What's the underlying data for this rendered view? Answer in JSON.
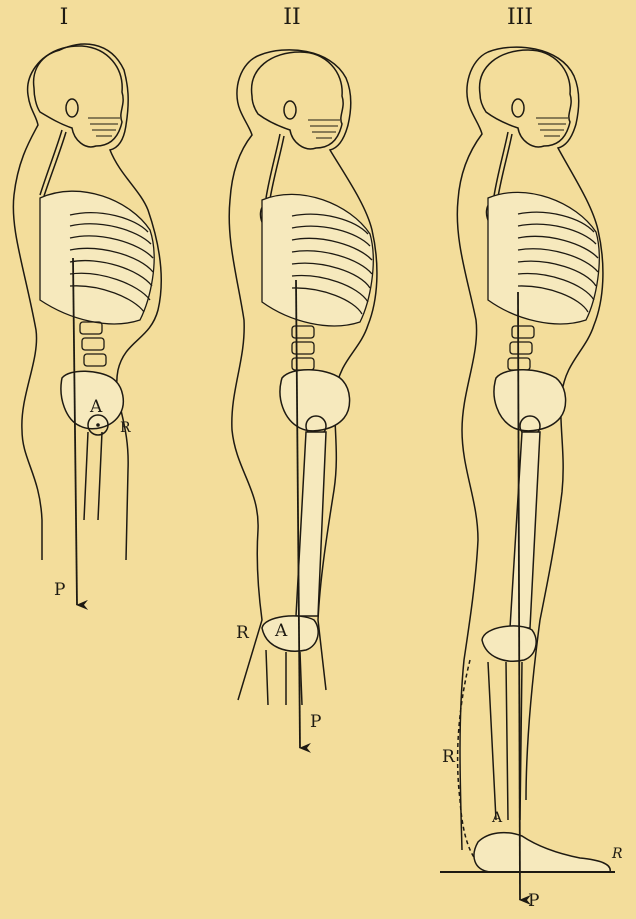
{
  "figure": {
    "panels": [
      {
        "numeral": "I",
        "labels": {
          "a": "A",
          "r": "R",
          "p": "P"
        }
      },
      {
        "numeral": "II",
        "labels": {
          "a": "A",
          "r": "R",
          "p": "P"
        }
      },
      {
        "numeral": "III",
        "labels": {
          "a": "A",
          "r": "R",
          "p": "P"
        }
      }
    ],
    "corner_mark": "R"
  },
  "colors": {
    "paper": "#f3dd9b",
    "ink": "#1e1a12",
    "bone": "#f6e9bd"
  }
}
